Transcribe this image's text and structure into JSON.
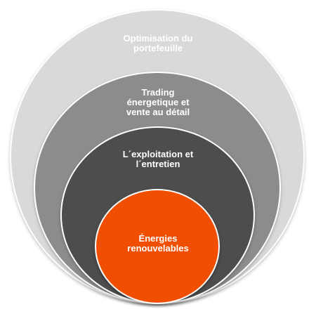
{
  "rings": [
    {
      "label": "Optimisation du\nportefeuille",
      "color": "#d9d9d9"
    },
    {
      "label": "Trading\nénergetique et\nvente au détail",
      "color": "#8c8c8c"
    },
    {
      "label": "L´exploitation et\nl´entretien",
      "color": "#4d4d4d"
    },
    {
      "label": "Énergies\nrenouvelables",
      "color": "#f04e00"
    }
  ]
}
